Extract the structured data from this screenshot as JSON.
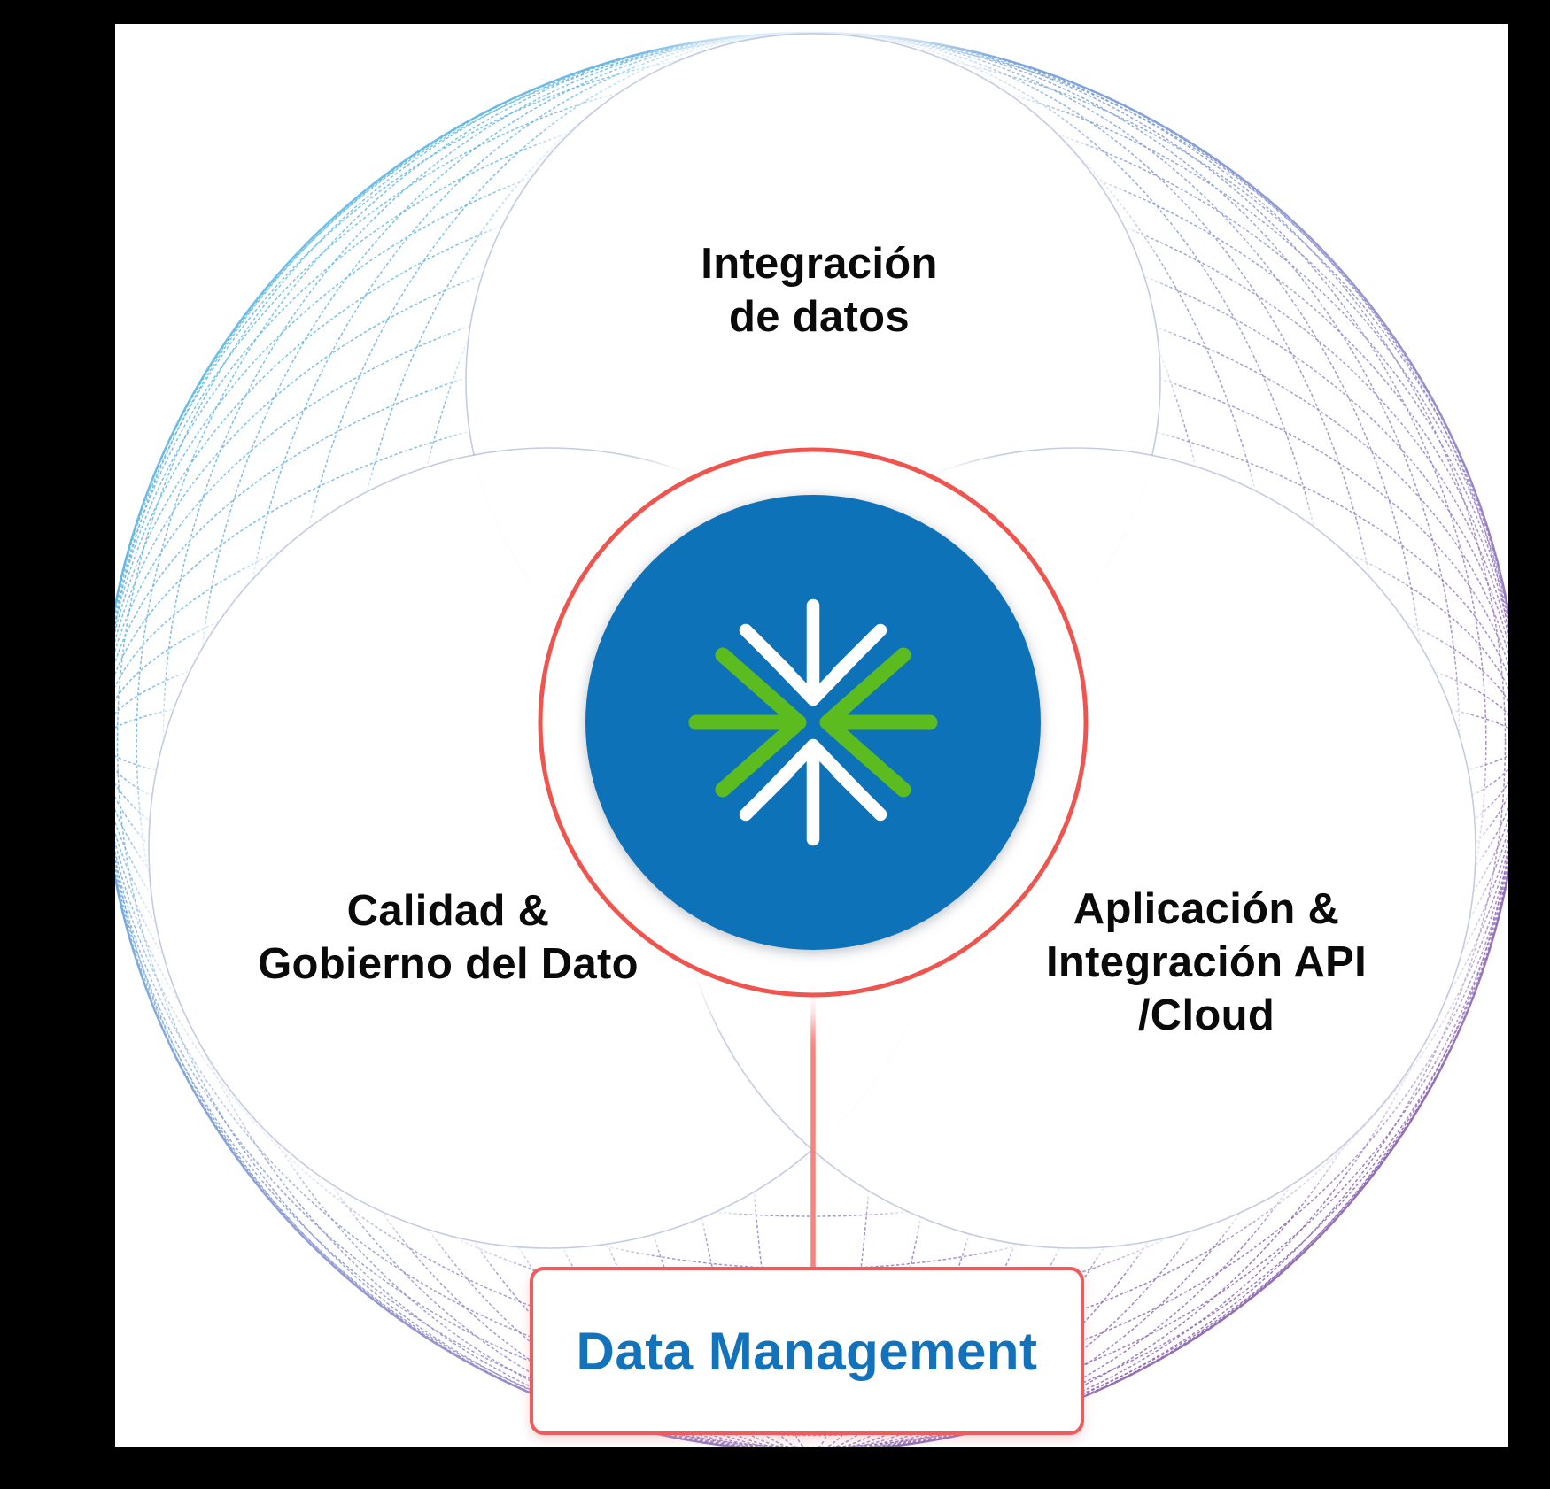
{
  "diagram": {
    "top_circle_label": "Integración\nde datos",
    "left_circle_label": "Calidad &\nGobierno del Dato",
    "right_circle_label": "Aplicación &\nIntegración API\n/Cloud",
    "bottom_box_label": "Data Management",
    "center_icon": "converging-arrows-icon"
  },
  "colors": {
    "background": "#000000",
    "panel": "#ffffff",
    "center_circle_fill": "#0e72b8",
    "icon_green": "#5bbb1f",
    "icon_white": "#ffffff",
    "accent_ring_red": "#f0544e",
    "connector_red": "#f5837e",
    "box_border_red": "#f25b5b",
    "bottom_label_blue": "#1273bc",
    "label_text": "#0a0a0b",
    "mesh_gradient_start": "#53c3e9",
    "mesh_gradient_mid_blue": "#6fa3db",
    "mesh_gradient_mid_violet": "#8c8ccb",
    "mesh_gradient_purple": "#9571bd",
    "mesh_gradient_end": "#7e52a4"
  }
}
